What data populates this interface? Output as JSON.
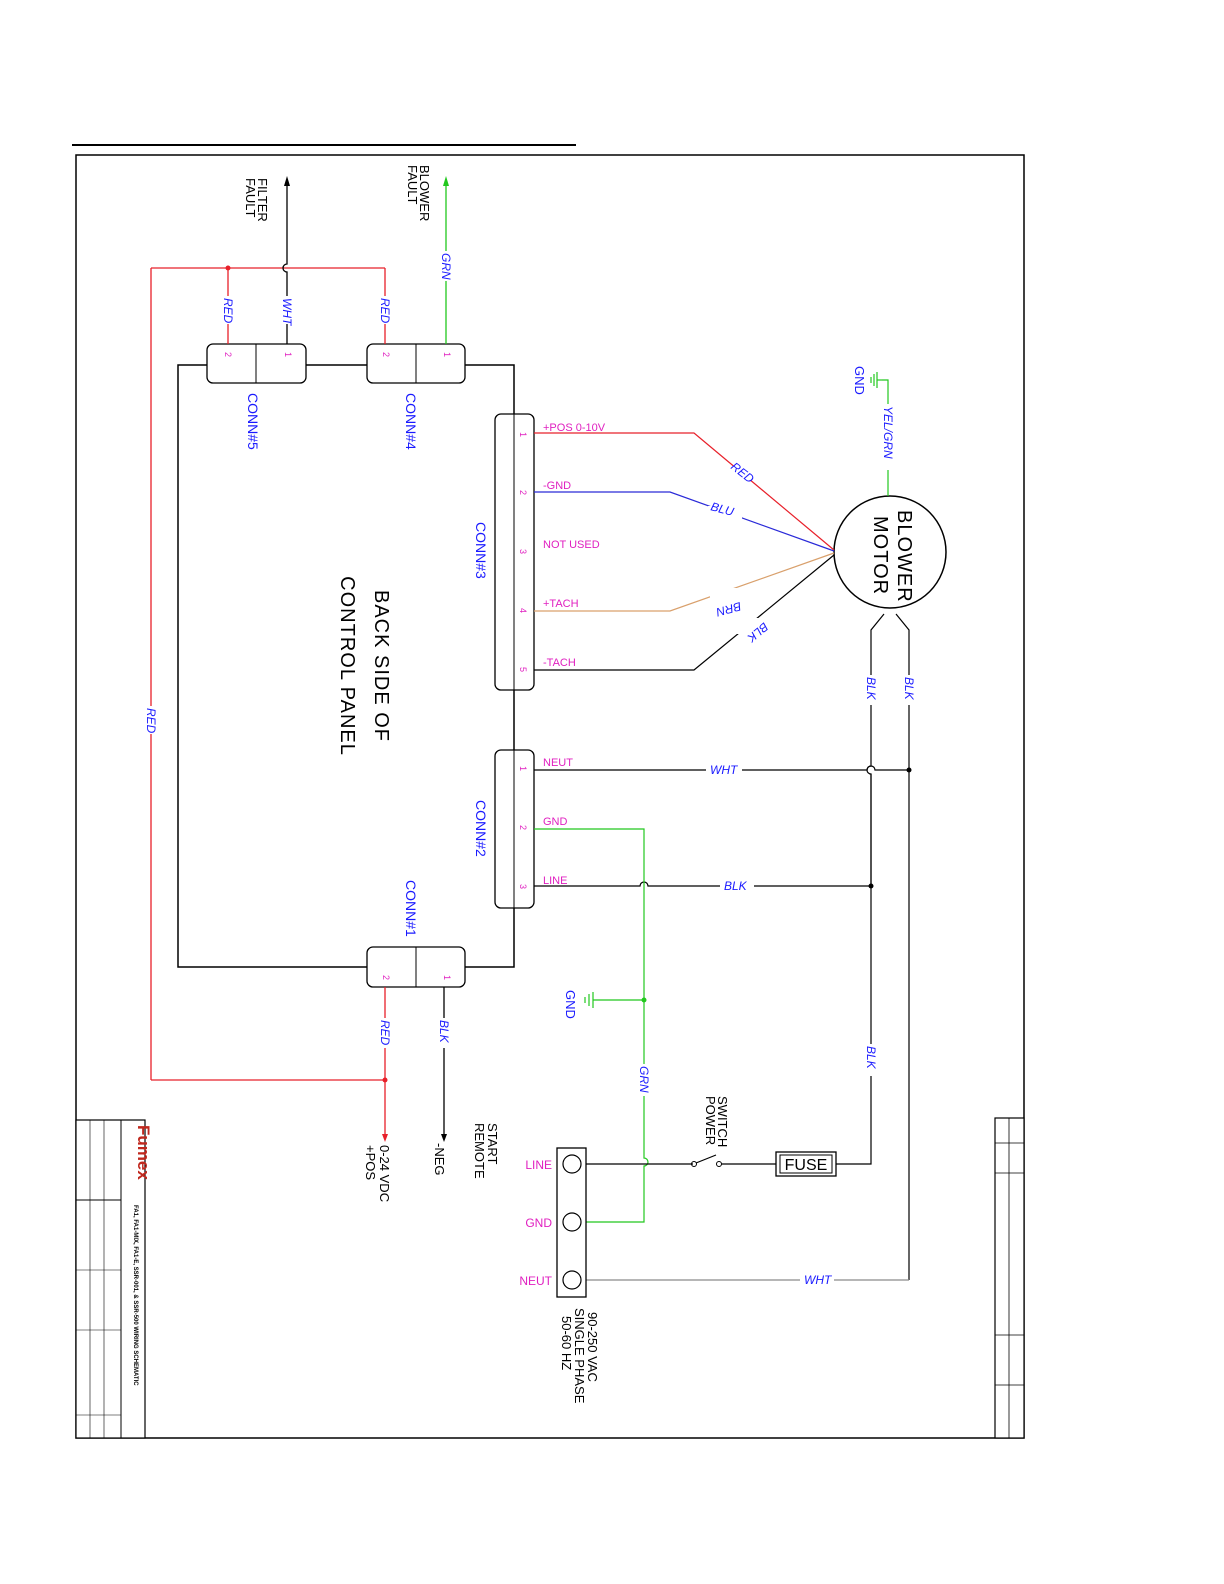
{
  "colors": {
    "line": "#000000",
    "red": "#e8202a",
    "green": "#22c81e",
    "blue": "#2a2ad8",
    "brown": "#d9a06c",
    "gray": "#8a8a8a",
    "label_blue": "#1a1aff",
    "label_magenta": "#e020c0"
  },
  "panel": {
    "title_1": "BACK SIDE OF",
    "title_2": "CONTROL PANEL"
  },
  "connectors": {
    "conn1": {
      "name": "CONN#1",
      "pins": [
        "1",
        "2"
      ]
    },
    "conn2": {
      "name": "CONN#2",
      "pins": [
        "1",
        "2",
        "3"
      ],
      "signals": [
        "NEUT",
        "GND",
        "LINE"
      ]
    },
    "conn3": {
      "name": "CONN#3",
      "pins": [
        "1",
        "2",
        "3",
        "4",
        "5"
      ],
      "signals": [
        "+POS 0-10V",
        "-GND",
        "NOT USED",
        "+TACH",
        "-TACH"
      ]
    },
    "conn4": {
      "name": "CONN#4",
      "pins": [
        "2",
        "1"
      ]
    },
    "conn5": {
      "name": "CONN#5",
      "pins": [
        "2",
        "1"
      ]
    }
  },
  "outputs": {
    "filter_fault_1": "FILTER",
    "filter_fault_2": "FAULT",
    "blower_fault_1": "BLOWER",
    "blower_fault_2": "FAULT"
  },
  "wires": {
    "red_c5": "RED",
    "wht_c5": "WHT",
    "red_c4": "RED",
    "grn_c4": "GRN",
    "red_left": "RED",
    "red_c1": "RED",
    "blk_c1": "BLK",
    "red_motor": "RED",
    "blu_motor": "BLU",
    "brn_motor": "BRN",
    "blk_motor": "BLK",
    "yel_grn": "YEL/GRN",
    "blk_m1": "BLK",
    "blk_m2": "BLK",
    "wht_neut": "WHT",
    "blk_line": "BLK",
    "grn_gnd": "GRN",
    "blk_fuse": "BLK",
    "wht_term": "WHT"
  },
  "motor": {
    "line1": "BLOWER",
    "line2": "MOTOR"
  },
  "grounds": {
    "gnd_top": "GND",
    "gnd_mid": "GND"
  },
  "remote": {
    "pos": "+POS",
    "vdc": "0-24 VDC",
    "neg": "-NEG",
    "start_1": "REMOTE",
    "start_2": "START"
  },
  "switch": {
    "label_1": "POWER",
    "label_2": "SWITCH",
    "fuse": "FUSE"
  },
  "terminal": {
    "line": "LINE",
    "gnd": "GND",
    "neut": "NEUT",
    "spec_1": "90-250 VAC",
    "spec_2": "SINGLE PHASE",
    "spec_3": "50-60 HZ"
  },
  "title_block": {
    "brand": "Fumex",
    "title": "FA1, FA1-MIX, FA1-E, SSR-001, & SSR-500 WIRING SCHEMATIC"
  }
}
